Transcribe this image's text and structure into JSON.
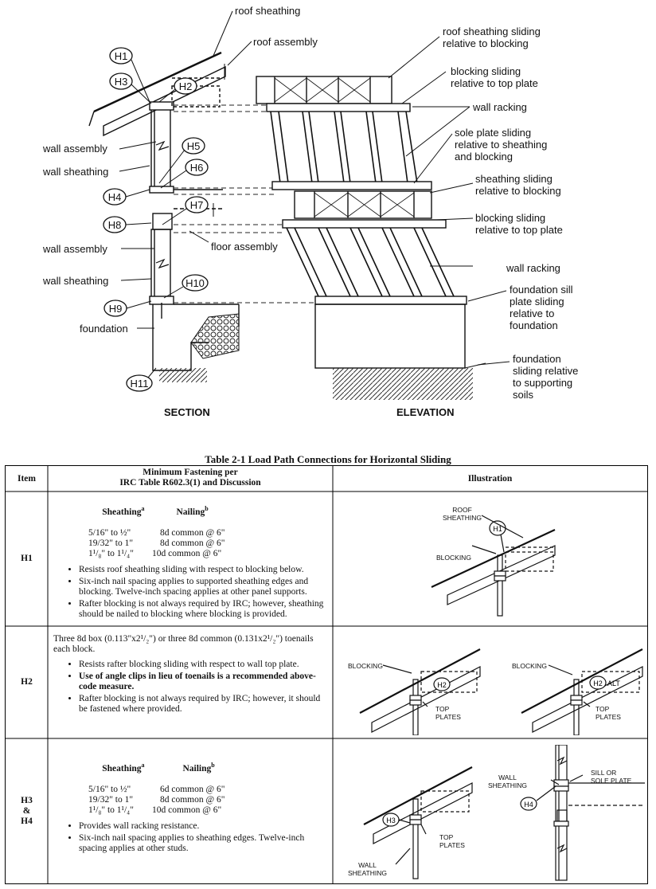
{
  "figure": {
    "callouts": [
      "H1",
      "H2",
      "H3",
      "H4",
      "H5",
      "H6",
      "H7",
      "H8",
      "H9",
      "H10",
      "H11"
    ],
    "section_labels": {
      "roof_sheathing": "roof sheathing",
      "roof_assembly": "roof assembly",
      "wall_assembly_1": "wall assembly",
      "wall_sheathing_1": "wall sheathing",
      "wall_assembly_2": "wall assembly",
      "wall_sheathing_2": "wall sheathing",
      "floor_assembly": "floor assembly",
      "foundation": "foundation"
    },
    "elevation_labels": {
      "l1": "roof sheathing sliding\nrelative to blocking",
      "l2": "blocking sliding\nrelative to top plate",
      "l3": "wall racking",
      "l4": "sole plate sliding\nrelative to sheathing\nand blocking",
      "l5": "sheathing sliding\nrelative to blocking",
      "l6": "blocking sliding\nrelative to top plate",
      "l7": "wall racking",
      "l8": "foundation sill\nplate sliding\nrelative to\nfoundation",
      "l9": "foundation\nsliding relative\nto supporting\nsoils"
    },
    "section_title": "SECTION",
    "elevation_title": "ELEVATION"
  },
  "table": {
    "caption": "Table 2-1  Load Path Connections for Horizontal Sliding",
    "headers": {
      "item": "Item",
      "fastening": "Minimum Fastening  per\nIRC Table R602.3(1) and Discussion",
      "illustration": "Illustration"
    },
    "rows": [
      {
        "item": "H1",
        "sheathing_head": "Sheathing",
        "nailing_head": "Nailing",
        "sup_a": "a",
        "sup_b": "b",
        "spec": [
          {
            "s": "5/16\" to ½\"",
            "n": "8d common @ 6\""
          },
          {
            "s": "19/32\" to 1\"",
            "n": "8d common @ 6\""
          },
          {
            "s": "1¹/₈\" to 1¹/₄\"",
            "n": "10d common @ 6\""
          }
        ],
        "bullets": [
          "Resists roof sheathing sliding with respect to blocking below.",
          "Six-inch nail spacing applies to supported sheathing edges and blocking.  Twelve-inch spacing applies at other panel supports.",
          "Rafter blocking is not always required by IRC; however, sheathing should be nailed to blocking where blocking is provided."
        ],
        "ill_labels": {
          "roof": "ROOF\nSHEATHING",
          "blocking": "BLOCKING",
          "callout": "H1"
        }
      },
      {
        "item": "H2",
        "intro": "Three 8d box (0.113\"x2¹/₂\") or three 8d common (0.131x2¹/₂\") toenails each block.",
        "bullets": [
          "Resists rafter blocking sliding with respect to wall top plate.",
          "Use of angle clips in lieu of toenails is a recommended above-code measure.",
          "Rafter blocking is not always required by IRC; however, it should be fastened where provided."
        ],
        "ill_labels": {
          "blocking_a": "BLOCKING",
          "blocking_b": "BLOCKING",
          "top_a": "TOP\nPLATES",
          "top_b": "TOP\nPLATES",
          "callout": "H2",
          "alt": "ALT"
        }
      },
      {
        "item": "H3\n&\nH4",
        "sheathing_head": "Sheathing",
        "nailing_head": "Nailing",
        "sup_a": "a",
        "sup_b": "b",
        "spec": [
          {
            "s": "5/16\" to ½\"",
            "n": "6d common @ 6\""
          },
          {
            "s": "19/32\" to 1\"",
            "n": "8d common @ 6\""
          },
          {
            "s": "1¹/₈\" to 1¹/₄\"",
            "n": "10d common @ 6\""
          }
        ],
        "bullets": [
          "Provides wall racking resistance.",
          "Six-inch nail spacing applies to sheathing edges.  Twelve-inch spacing applies at other studs."
        ],
        "ill_labels": {
          "top": "TOP\nPLATES",
          "wall": "WALL\nSHEATHING",
          "wall_b": "WALL\nSHEATHING",
          "sill": "SILL OR\nSOLE PLATE",
          "h3": "H3",
          "h4": "H4"
        }
      }
    ]
  }
}
